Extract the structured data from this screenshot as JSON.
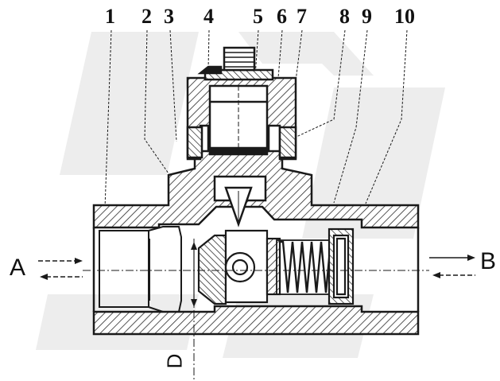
{
  "part_numbers": [
    "1",
    "2",
    "3",
    "4",
    "5",
    "6",
    "7",
    "8",
    "9",
    "10"
  ],
  "port_labels": {
    "inlet": "A",
    "outlet": "B",
    "bottom": "D"
  },
  "colors": {
    "ink": "#1a1a1a",
    "hatch": "#2a2a2a",
    "background": "#ffffff",
    "watermark": "#eeeeee"
  }
}
